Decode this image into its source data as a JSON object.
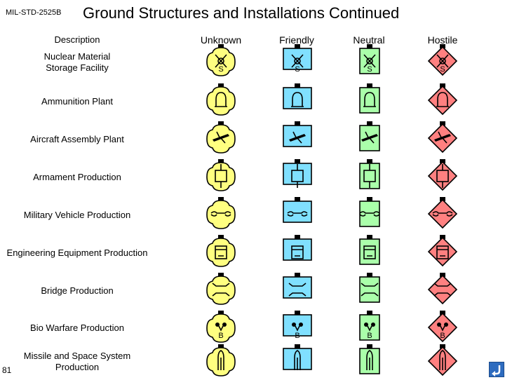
{
  "header": {
    "standard": "MIL-STD-2525B",
    "title": "Ground Structures and Installations Continued"
  },
  "columns": {
    "description": "Description",
    "affiliations": [
      {
        "label": "Unknown",
        "frame": "diamond-lobed",
        "color": "#ffff80"
      },
      {
        "label": "Friendly",
        "frame": "rectangle",
        "color": "#80e0ff"
      },
      {
        "label": "Neutral",
        "frame": "square",
        "color": "#aaffaa"
      },
      {
        "label": "Hostile",
        "frame": "diamond",
        "color": "#ff8080"
      }
    ]
  },
  "rows": [
    {
      "label": "Nuclear Material\nStorage Facility",
      "glyph": "radiation",
      "mark": "S"
    },
    {
      "label": "Ammunition Plant",
      "glyph": "shell",
      "mark": ""
    },
    {
      "label": "Aircraft Assembly Plant",
      "glyph": "aircraft",
      "mark": ""
    },
    {
      "label": "Armament Production",
      "glyph": "square-cross",
      "mark": ""
    },
    {
      "label": "Military Vehicle Production",
      "glyph": "track",
      "mark": ""
    },
    {
      "label": "Engineering Equipment Production",
      "glyph": "blade",
      "mark": ""
    },
    {
      "label": "Bridge Production",
      "glyph": "bridge",
      "mark": ""
    },
    {
      "label": "Bio Warfare Production",
      "glyph": "bio",
      "mark": "B"
    },
    {
      "label": "Missile and Space System\nProduction",
      "glyph": "missile",
      "mark": ""
    }
  ],
  "footer": {
    "page_number": "81",
    "return_icon": "return-arrow-icon"
  }
}
